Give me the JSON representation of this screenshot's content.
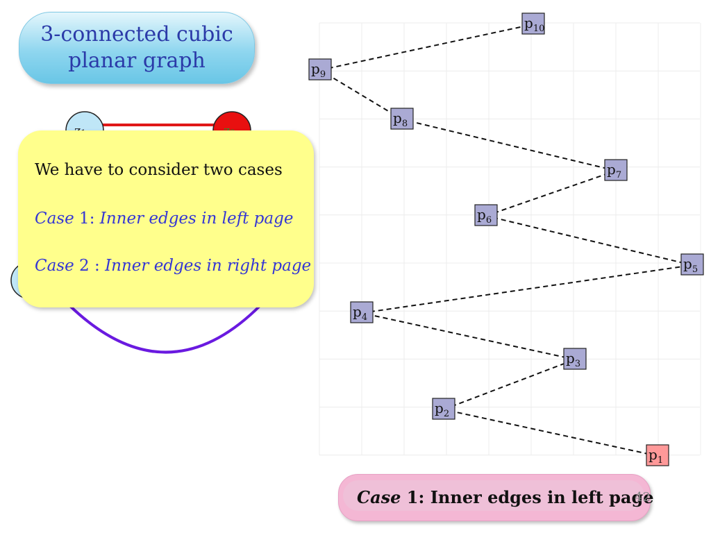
{
  "title": "3-connected cubic planar graph",
  "background_graph": {
    "labels": [
      "z₁",
      "z₂"
    ]
  },
  "note": {
    "heading": "We have to consider two cases",
    "case1": {
      "prefix": "Case",
      "number": " 1",
      "colon": ":",
      "text": "Inner edges in left page"
    },
    "case2": {
      "prefix": "Case",
      "number": " 2",
      "colon": " :",
      "text": "Inner edges in right page"
    }
  },
  "vertex_chain": {
    "vertices": [
      {
        "id": "p1",
        "name": "p",
        "index": "1",
        "fill": "#ff9999"
      },
      {
        "id": "p2",
        "name": "p",
        "index": "2",
        "fill": "#aaaad4"
      },
      {
        "id": "p3",
        "name": "p",
        "index": "3",
        "fill": "#aaaad4"
      },
      {
        "id": "p4",
        "name": "p",
        "index": "4",
        "fill": "#aaaad4"
      },
      {
        "id": "p5",
        "name": "p",
        "index": "5",
        "fill": "#aaaad4"
      },
      {
        "id": "p6",
        "name": "p",
        "index": "6",
        "fill": "#aaaad4"
      },
      {
        "id": "p7",
        "name": "p",
        "index": "7",
        "fill": "#aaaad4"
      },
      {
        "id": "p8",
        "name": "p",
        "index": "8",
        "fill": "#aaaad4"
      },
      {
        "id": "p9",
        "name": "p",
        "index": "9",
        "fill": "#aaaad4"
      },
      {
        "id": "p10",
        "name": "p",
        "index": "10",
        "fill": "#aaaad4"
      }
    ],
    "edges": [
      [
        "p1",
        "p2"
      ],
      [
        "p2",
        "p3"
      ],
      [
        "p3",
        "p4"
      ],
      [
        "p4",
        "p5"
      ],
      [
        "p5",
        "p6"
      ],
      [
        "p6",
        "p7"
      ],
      [
        "p7",
        "p8"
      ],
      [
        "p8",
        "p9"
      ],
      [
        "p9",
        "p10"
      ]
    ],
    "edge_style": "dashed"
  },
  "caption": {
    "prefix": "Case",
    "rest": " 1: Inner edges in left page"
  },
  "page_number": "42",
  "colors": {
    "title_text": "#2b3aa8",
    "case_text": "#3436d4",
    "note_bg": "#ffff8c",
    "caption_bg": "#f4b7d4",
    "red_edge": "#e01818",
    "purple_edge": "#6a1ae0"
  }
}
